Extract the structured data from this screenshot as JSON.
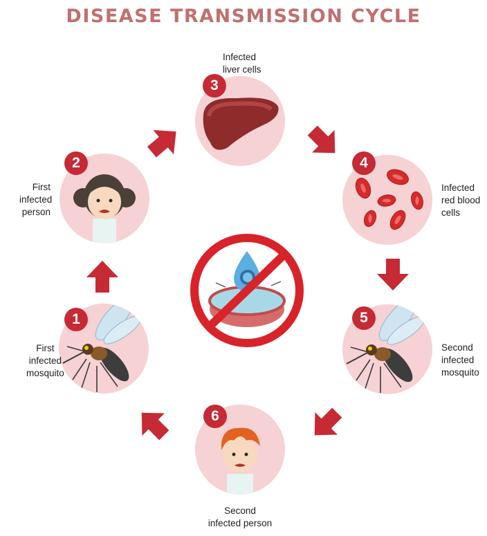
{
  "title": "DISEASE TRANSMISSION CYCLE",
  "stages": [
    {
      "number": "1",
      "lines": [
        "First",
        "infected",
        "mosquito"
      ],
      "icon": "mosquito-icon"
    },
    {
      "number": "2",
      "lines": [
        "First",
        "infected",
        "person"
      ],
      "icon": "girl-icon"
    },
    {
      "number": "3",
      "lines": [
        "Infected",
        "liver cells"
      ],
      "icon": "liver-icon"
    },
    {
      "number": "4",
      "lines": [
        "Infected",
        "red blood",
        "cells"
      ],
      "icon": "red-blood-cells-icon"
    },
    {
      "number": "5",
      "lines": [
        "Second",
        "infected",
        "mosquito"
      ],
      "icon": "mosquito-icon"
    },
    {
      "number": "6",
      "lines": [
        "Second",
        "infected person"
      ],
      "icon": "boy-icon"
    }
  ],
  "colors": {
    "accent": "#c62a35",
    "circle_fill": "#f6d2d4",
    "title": "#c0706e",
    "prohibition": "#d8232a"
  },
  "center_icon": "no-standing-water-icon"
}
